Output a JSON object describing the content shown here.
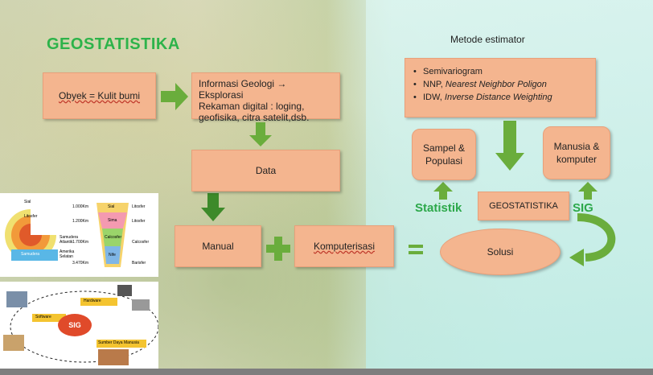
{
  "title": "GEOSTATISTIKA",
  "heading": "Metode estimator",
  "boxes": {
    "obyek": "Obyek = Kulit bumi",
    "informasi_line1": "Informasi Geologi → Eksplorasi",
    "informasi_line2": "Rekaman digital : loging,",
    "informasi_line3": "geofisika, citra satelit,dsb.",
    "data": "Data",
    "manual": "Manual",
    "komputerisasi": "Komputerisasi",
    "sampel_line1": "Sampel &",
    "sampel_line2": "Populasi",
    "manusia_line1": "Manusia &",
    "manusia_line2": "komputer",
    "geostatistika": "GEOSTATISTIKA",
    "solusi": "Solusi"
  },
  "methods": [
    {
      "plain": "Semivariogram",
      "italic": ""
    },
    {
      "plain": "NNP, ",
      "italic": "Nearest Neighbor Poligon"
    },
    {
      "plain": "IDW, ",
      "italic": "Inverse Distance Weighting"
    }
  ],
  "labels": {
    "statistik": "Statistik",
    "sig": "SIG"
  },
  "earth_panel": {
    "depths": [
      "1.000Km",
      "1.200Km",
      "1.700Km",
      "3.470Km"
    ],
    "layers_left": [
      "Sial",
      "Litosfer"
    ],
    "layers_cone": [
      "Sial",
      "Sima",
      "Calcosfer",
      "Nife"
    ],
    "layers_right": [
      "Litosfer",
      "Litosfer",
      "Calcosfer",
      "Barisfer"
    ],
    "captions": [
      "Samudera Atlantik",
      "Amerika Selatan",
      "Samudera"
    ]
  },
  "sig_panel": {
    "center": "SIG",
    "labels": [
      "Hardware",
      "Software",
      "Sumber Daya Manusia"
    ]
  },
  "colors": {
    "box_fill": "#f4b58f",
    "arrow_green": "#6aad3c",
    "title_green": "#2db34a"
  }
}
